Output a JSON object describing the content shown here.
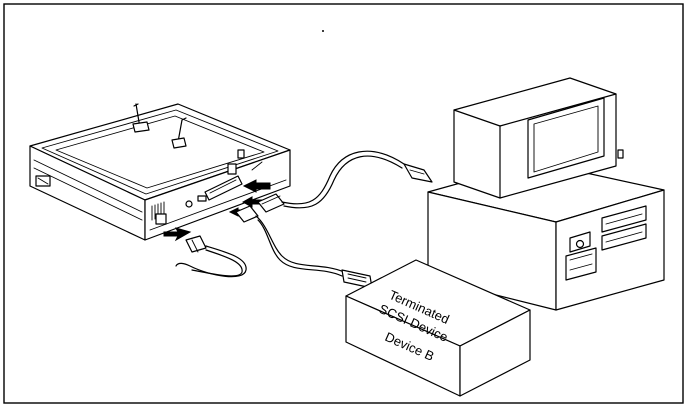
{
  "diagram": {
    "device_label": {
      "line1": "Terminated",
      "line2": "SCSI Device",
      "line3": "Device B"
    }
  }
}
